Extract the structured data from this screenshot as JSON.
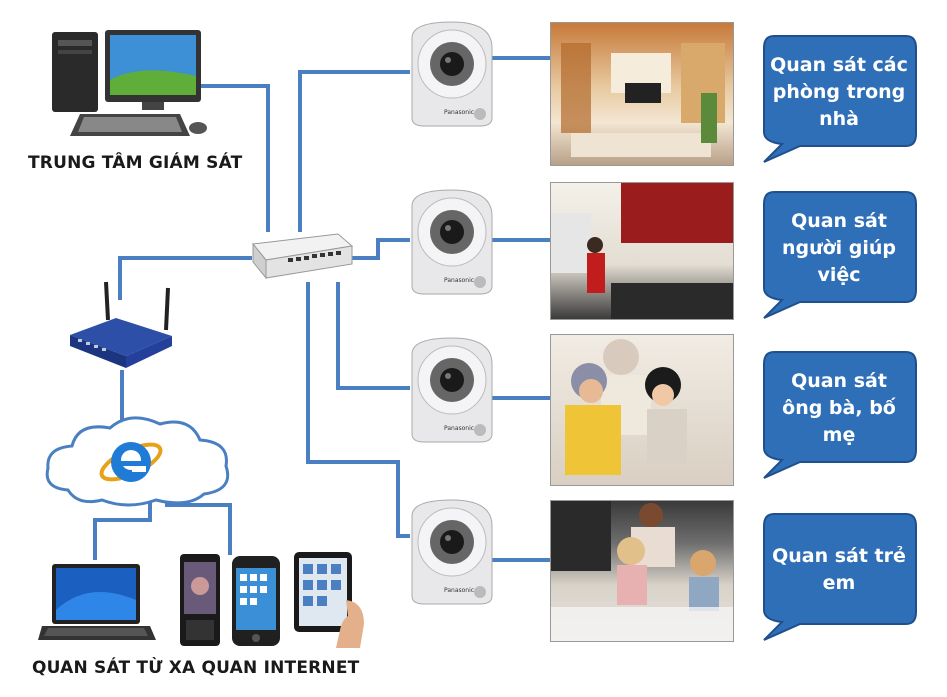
{
  "labels": {
    "monitoring_center": "TRUNG TÂM GIÁM SÁT",
    "remote_monitoring": "QUAN SÁT TỪ XA QUAN INTERNET"
  },
  "bubbles": [
    {
      "lines": [
        "Quan sát các",
        "phòng trong",
        "nhà"
      ]
    },
    {
      "lines": [
        "Quan sát",
        "người giúp",
        "việc"
      ]
    },
    {
      "lines": [
        "Quan sát",
        "ông bà, bố",
        "mẹ"
      ]
    },
    {
      "lines": [
        "Quan sát trẻ",
        "em"
      ]
    }
  ],
  "colors": {
    "cable": "#4a7fc1",
    "bubble": "#2f6fb8",
    "bubble_dark": "#1f4f8f"
  },
  "icons": [
    "desktop-computer-icon",
    "network-switch-icon",
    "wifi-router-icon",
    "internet-explorer-icon",
    "laptop-icon",
    "smartphone-icon",
    "tablet-icon",
    "ip-camera-icon"
  ]
}
